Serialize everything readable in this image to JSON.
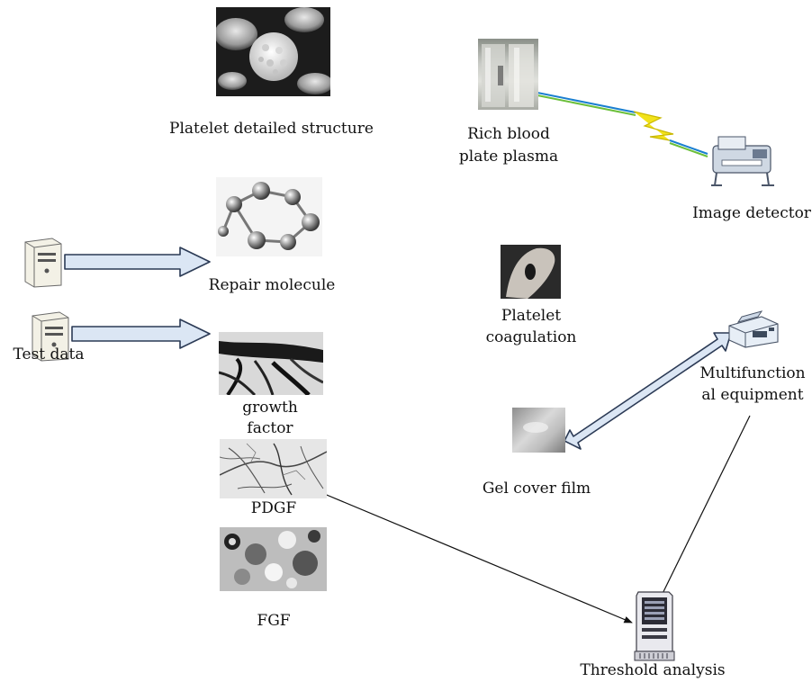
{
  "labels": {
    "platelet_structure": "Platelet detailed structure",
    "rich_blood_l1": "Rich blood",
    "rich_blood_l2": "plate plasma",
    "image_detector": "Image detector",
    "repair_molecule": "Repair molecule",
    "platelet_coag_l1": "Platelet",
    "platelet_coag_l2": "coagulation",
    "test_data": "Test data",
    "multifunc_l1": "Multifunction",
    "multifunc_l2": "al equipment",
    "growth_l1": "growth",
    "growth_l2": "factor",
    "gel_cover_film": "Gel cover film",
    "pdgf": "PDGF",
    "fgf": "FGF",
    "threshold_analysis": "Threshold analysis"
  },
  "colors": {
    "arrow_fill": "#dbe6f4",
    "arrow_stroke": "#2b3a55",
    "link_line": "#111111",
    "bolt_yellow": "#f2e21a",
    "bolt_green": "#6bbf3a",
    "cable_blue": "#1a7fd0"
  },
  "icons": [
    "computer-tower-icon",
    "computer-tower-icon",
    "printer-icon",
    "multifunction-printer-icon",
    "server-rack-icon",
    "lightning-bolt-icon"
  ]
}
